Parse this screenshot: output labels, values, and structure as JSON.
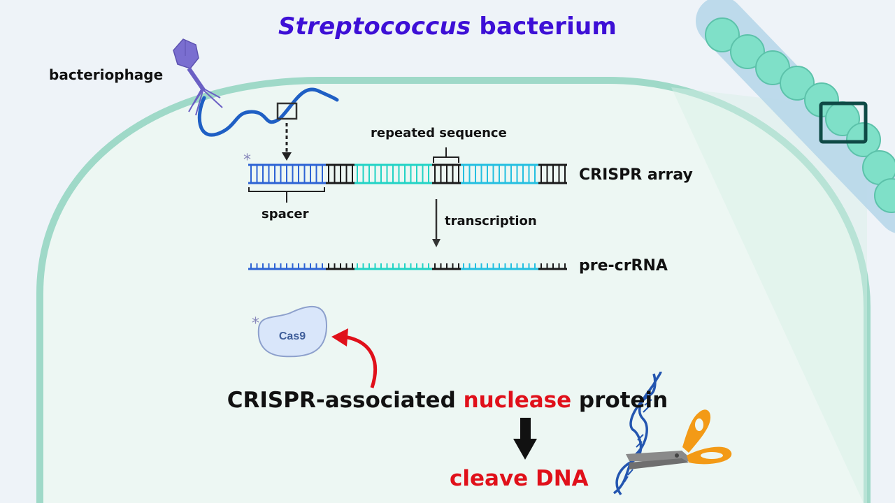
{
  "title": {
    "italic": "Streptococcus",
    "rest": " bacterium",
    "color": "#3d0fd6"
  },
  "labels": {
    "bacteriophage": "bacteriophage",
    "repeated_sequence": "repeated sequence",
    "crispr_array": "CRISPR array",
    "spacer": "spacer",
    "transcription": "transcription",
    "pre_crrna": "pre-crRNA",
    "cas9": "Cas9",
    "asterisk": "*"
  },
  "caption": {
    "before": "CRISPR-associated ",
    "highlight": "nuclease",
    "after": " protein"
  },
  "result": "cleave DNA",
  "colors": {
    "cell_wall": "#9fd9c8",
    "spacer_blue": "#2d63d4",
    "repeat_black": "#1a1a1a",
    "spacer_teal": "#22d3c5",
    "spacer_cyan": "#24bfe0",
    "highlight_red": "#e0101a",
    "bacteria_chain": "#7fe0c8"
  },
  "crispr_segments": [
    {
      "type": "spacer",
      "color": "spacer_blue"
    },
    {
      "type": "repeat",
      "color": "repeat_black"
    },
    {
      "type": "spacer",
      "color": "spacer_teal"
    },
    {
      "type": "repeat",
      "color": "repeat_black"
    },
    {
      "type": "spacer",
      "color": "spacer_cyan"
    },
    {
      "type": "repeat",
      "color": "repeat_black"
    }
  ],
  "icons": [
    "bacteriophage-icon",
    "phage-dna-strand",
    "streptococcus-chain-icon",
    "cas9-protein-icon",
    "dna-helix-icon",
    "scissors-icon"
  ]
}
